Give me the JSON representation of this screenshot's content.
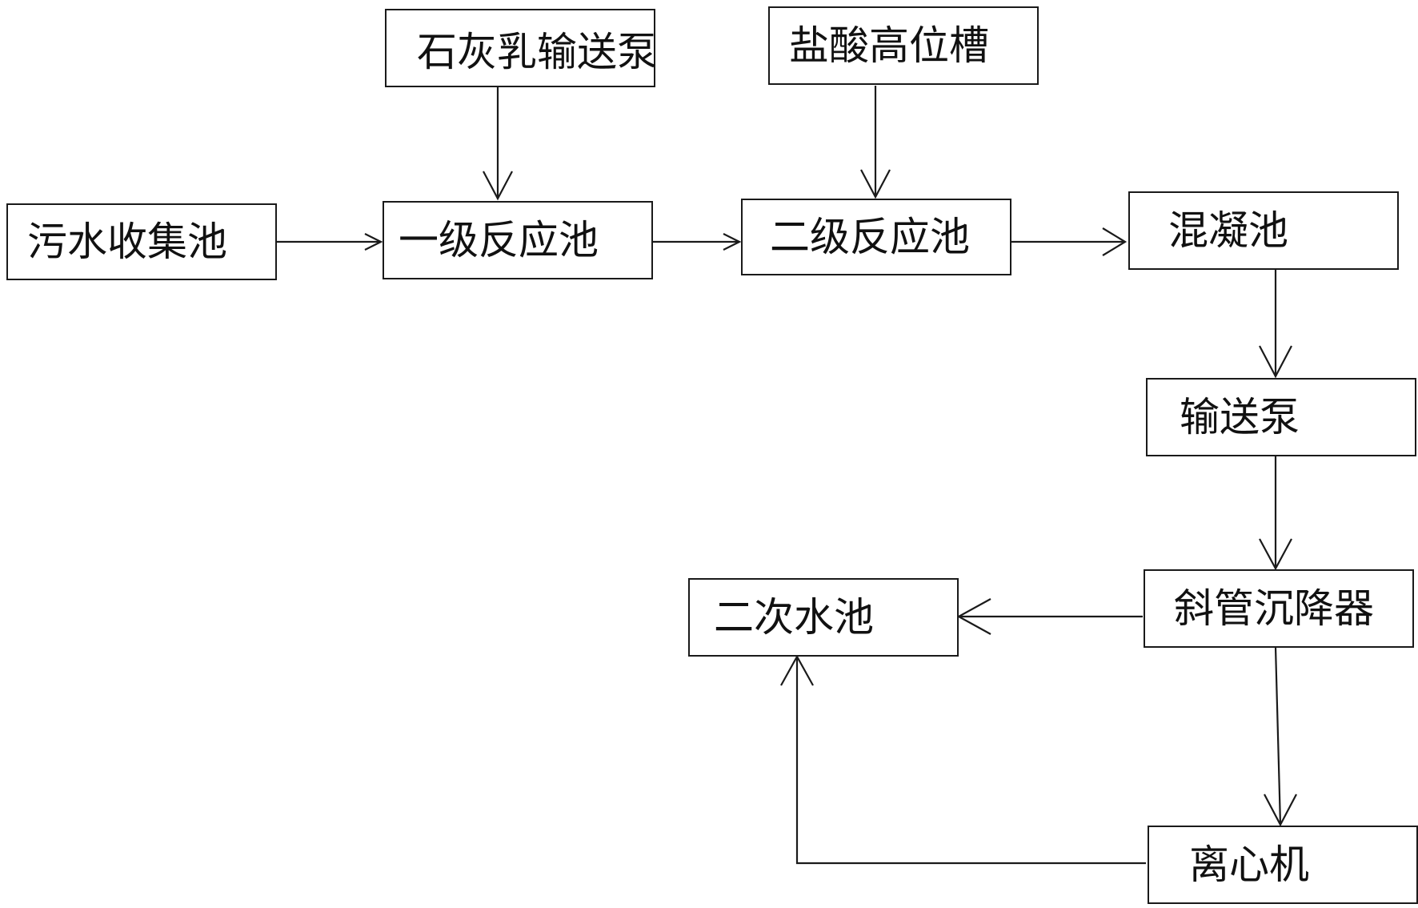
{
  "diagram": {
    "nodes": {
      "sewage_pool": "污水收集池",
      "lime_pump": "石灰乳输送泵",
      "reaction_tank_1": "一级反应池",
      "hcl_tank": "盐酸高位槽",
      "reaction_tank_2": "二级反应池",
      "coag_tank": "混凝池",
      "transfer_pump": "输送泵",
      "tube_settler": "斜管沉降器",
      "secondary_pool": "二次水池",
      "centrifuge": "离心机"
    },
    "edges": [
      {
        "from": "lime_pump",
        "to": "reaction_tank_1"
      },
      {
        "from": "sewage_pool",
        "to": "reaction_tank_1"
      },
      {
        "from": "hcl_tank",
        "to": "reaction_tank_2"
      },
      {
        "from": "reaction_tank_1",
        "to": "reaction_tank_2"
      },
      {
        "from": "reaction_tank_2",
        "to": "coag_tank"
      },
      {
        "from": "coag_tank",
        "to": "transfer_pump"
      },
      {
        "from": "transfer_pump",
        "to": "tube_settler"
      },
      {
        "from": "tube_settler",
        "to": "secondary_pool"
      },
      {
        "from": "tube_settler",
        "to": "centrifuge"
      },
      {
        "from": "centrifuge",
        "to": "secondary_pool"
      }
    ]
  }
}
